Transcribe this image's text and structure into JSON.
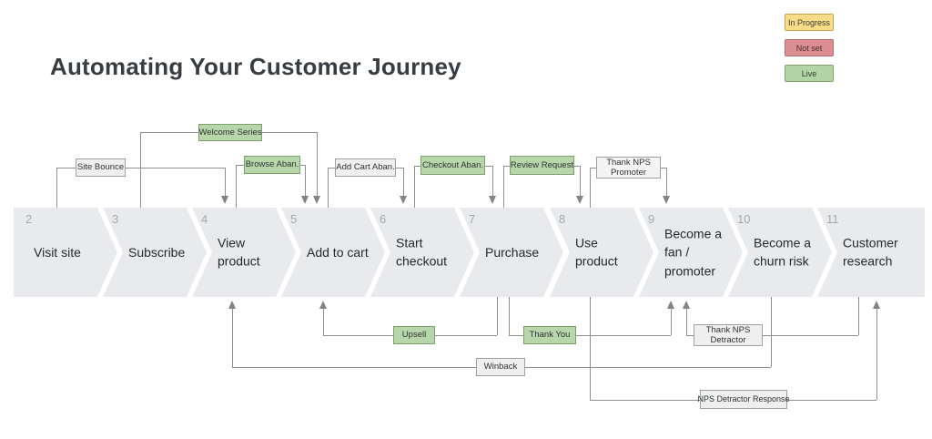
{
  "title": "Automating Your Customer Journey",
  "legend": {
    "items": [
      {
        "label": "In Progress",
        "color": "#f8dc88",
        "border": "#c9a34f"
      },
      {
        "label": "Not set",
        "color": "#dc8e93",
        "border": "#b26b70"
      },
      {
        "label": "Live",
        "color": "#b2d5a5",
        "border": "#7fa46b"
      }
    ]
  },
  "stages": [
    {
      "number": "2",
      "label": "Visit site"
    },
    {
      "number": "3",
      "label": "Subscribe"
    },
    {
      "number": "4",
      "label": "View product"
    },
    {
      "number": "5",
      "label": "Add to cart"
    },
    {
      "number": "6",
      "label": "Start checkout"
    },
    {
      "number": "7",
      "label": "Purchase"
    },
    {
      "number": "8",
      "label": "Use product"
    },
    {
      "number": "9",
      "label": "Become a fan / promoter"
    },
    {
      "number": "10",
      "label": "Become a churn risk"
    },
    {
      "number": "11",
      "label": "Customer research"
    }
  ],
  "automations": [
    {
      "label": "Site Bounce",
      "status": "none",
      "from": "Visit site",
      "to": "View product",
      "position": "top"
    },
    {
      "label": "Welcome Series",
      "status": "live",
      "from": "Subscribe",
      "to": "Add to cart",
      "position": "top"
    },
    {
      "label": "Browse Aban.",
      "status": "live",
      "from": "View product",
      "to": "Add to cart",
      "position": "top"
    },
    {
      "label": "Add Cart Aban.",
      "status": "none",
      "from": "Add to cart",
      "to": "Start checkout",
      "position": "top"
    },
    {
      "label": "Checkout Aban.",
      "status": "live",
      "from": "Start checkout",
      "to": "Purchase",
      "position": "top"
    },
    {
      "label": "Review Request",
      "status": "live",
      "from": "Purchase",
      "to": "Use product",
      "position": "top"
    },
    {
      "label": "Thank NPS Promoter",
      "status": "none",
      "from": "Use product",
      "to": "Become a fan / promoter",
      "position": "top"
    },
    {
      "label": "Upsell",
      "status": "live",
      "from": "Purchase",
      "to": "Add to cart",
      "position": "bottom"
    },
    {
      "label": "Thank You",
      "status": "live",
      "from": "Purchase",
      "to": "Become a fan / promoter",
      "position": "bottom"
    },
    {
      "label": "Thank NPS Detractor",
      "status": "none",
      "from": "Customer research",
      "to": "Become a fan / promoter",
      "position": "bottom"
    },
    {
      "label": "Winback",
      "status": "none",
      "from": "Become a churn risk",
      "to": "View product",
      "position": "bottom"
    },
    {
      "label": "NPS Detractor Response",
      "status": "none",
      "from": "Use product",
      "to": "Customer research",
      "position": "bottom"
    }
  ],
  "palette": {
    "band_fill": "#e8eaed",
    "connector_line": "#8d9195",
    "live_fill": "#b7d7aa",
    "live_border": "#7da06c",
    "unset_fill": "#efefef",
    "unset_border": "#9aa0a5",
    "stage_number": "#a4a9ae",
    "stage_text": "#26292d",
    "title_text": "#383d42"
  }
}
